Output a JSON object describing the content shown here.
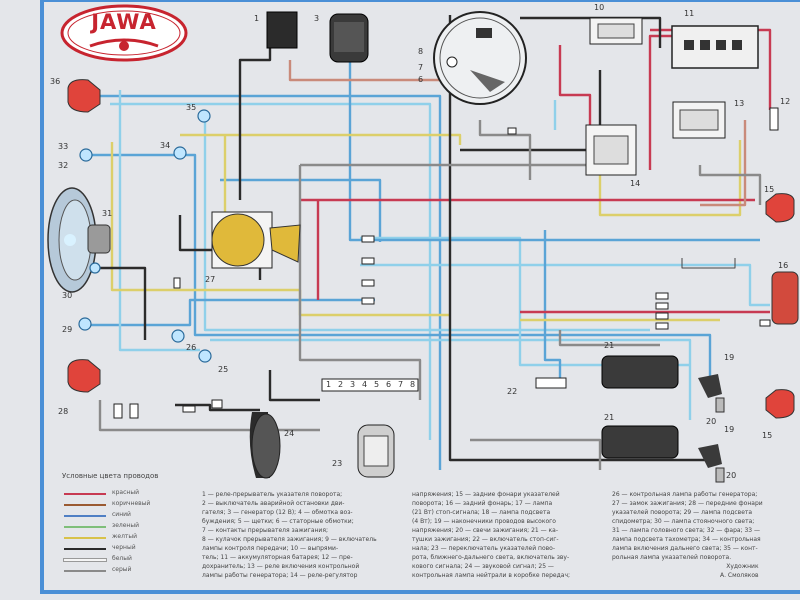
{
  "brand": {
    "name": "JAWA"
  },
  "numbers": {
    "n1": "1",
    "n3": "3",
    "n6": "6",
    "n7": "7",
    "n8": "8",
    "n10": "10",
    "n11": "11",
    "n12": "12",
    "n13": "13",
    "n14": "14",
    "n15": "15",
    "n15b": "15",
    "n16": "16",
    "n19": "19",
    "n19b": "19",
    "n20": "20",
    "n20b": "20",
    "n21": "21",
    "n21b": "21",
    "n22": "22",
    "n23": "23",
    "n24": "24",
    "n25": "25",
    "n26": "26",
    "n27": "27",
    "n28": "28",
    "n29": "29",
    "n30": "30",
    "n31": "31",
    "n32": "32",
    "n33": "33",
    "n34": "34",
    "n35": "35",
    "n36": "36"
  },
  "terminals": [
    "1",
    "2",
    "3",
    "4",
    "5",
    "6",
    "7",
    "8"
  ],
  "legend": {
    "title": "Условные цвета проводов",
    "items": [
      {
        "label": "красный",
        "color": "#c73a52"
      },
      {
        "label": "коричневый",
        "color": "#9a5a32"
      },
      {
        "label": "синий",
        "color": "#4f7fc4"
      },
      {
        "label": "зеленый",
        "color": "#7fbf7a"
      },
      {
        "label": "желтый",
        "color": "#d8c24a"
      },
      {
        "label": "черный",
        "color": "#2b2b2b"
      },
      {
        "label": "белый",
        "color": "#f5f5f5"
      },
      {
        "label": "серый",
        "color": "#8a8a8a"
      }
    ]
  },
  "captions": {
    "col1": [
      "1 — реле-прерыватель указателя поворота;",
      "2 — выключатель аварийной остановки дви-",
      "гателя; 3 — генератор (12 В); 4 — обмотка воз-",
      "буждения; 5 — щетки; 6 — статорные обмотки;",
      "7 — контакты прерывателя зажигания;",
      "8 — кулачок прерывателя зажигания; 9 — включатель",
      "лампы контроля передачи; 10 — выпрями-",
      "тель; 11 — аккумуляторная батарея; 12 — пре-",
      "дохранитель; 13 — реле включения контрольной",
      "лампы работы генератора; 14 — реле-регулятор"
    ],
    "col2": [
      "напряжения; 15 — задние фонари указателей",
      "поворота; 16 — задний фонарь; 17 — лампа",
      "(21 Вт) стоп-сигнала; 18 — лампа подсвета",
      "(4 Вт); 19 — наконечники проводов высокого",
      "напряжения; 20 — свечи зажигания; 21 — ка-",
      "тушки зажигания; 22 — включатель стоп-сиг-",
      "нала; 23 — переключатель указателей пово-",
      "рота, ближнего-дальнего света, включатель зву-",
      "кового сигнала; 24 — звуковой сигнал; 25 —",
      "контрольная лампа нейтрали в коробке передач;"
    ],
    "col3": [
      "26 — контрольная лампа работы генератора;",
      "27 — замок зажигания; 28 — передние фонари",
      "указателей поворота; 29 — лампа подсвета",
      "спидометра; 30 — лампа стояночного света;",
      "31 — лампа головного света; 32 — фара; 33 —",
      "лампа подсвета тахометра; 34 — контрольная",
      "лампа включения дальнего света; 35 — конт-",
      "рольная лампа указателей поворота."
    ],
    "credit": [
      "Художник",
      "А. Смоляков"
    ]
  }
}
